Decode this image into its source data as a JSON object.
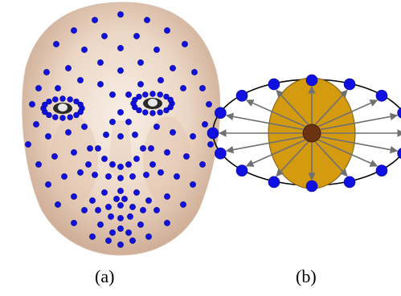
{
  "figure": {
    "panel_a": {
      "caption": "(a)"
    },
    "panel_b": {
      "caption": "(b)"
    }
  },
  "colors": {
    "landmark_dot": "#1010e0",
    "landmark_stroke": "#00008b",
    "skin_light": "#f6ece2",
    "skin_mid": "#e3c8b2",
    "skin_shadow": "#c9a58c",
    "ellipse_fill": "#d49a10",
    "ellipse_stroke": "#7a5a10",
    "center_dot": "#6b3310",
    "arrow": "#707070",
    "outer_ring": "#000000"
  },
  "icons": {
    "landmark": "blue-landmark-dot",
    "center": "brown-center-dot"
  }
}
